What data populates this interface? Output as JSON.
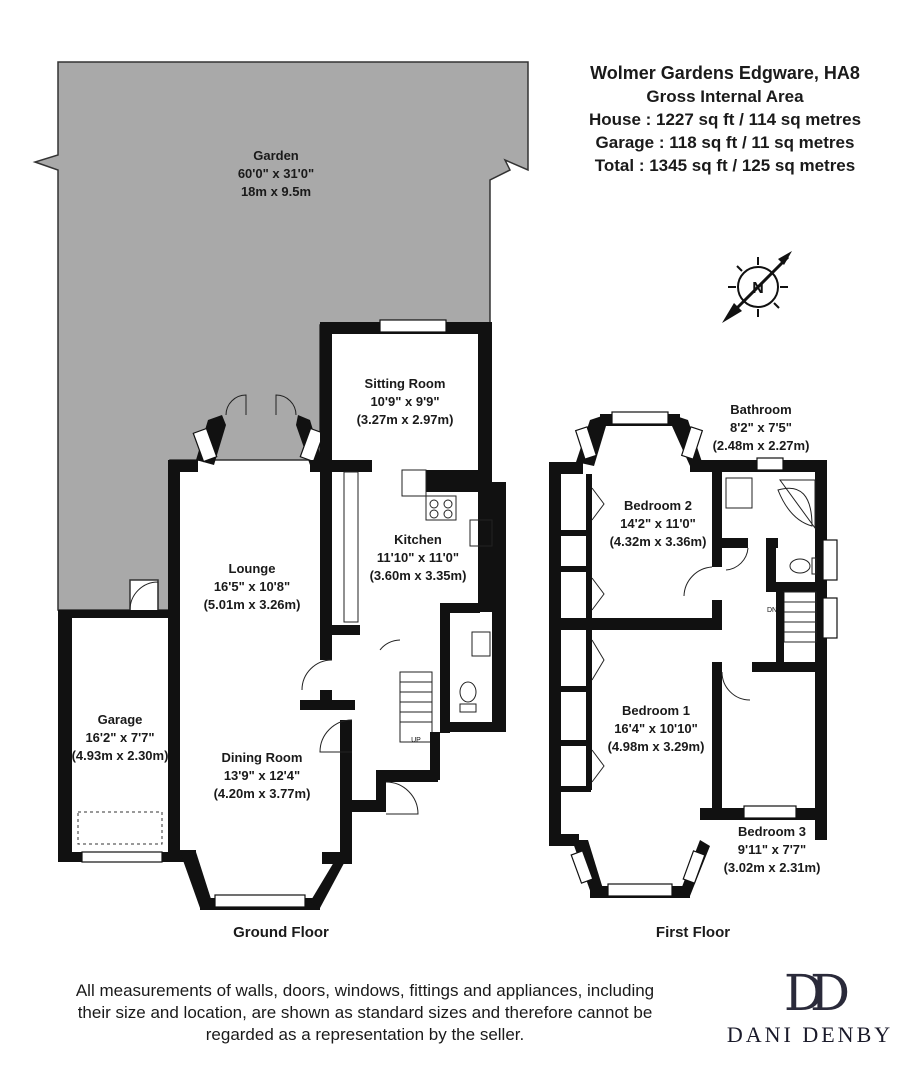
{
  "header": {
    "title": "Wolmer Gardens Edgware, HA8",
    "subtitle": "Gross Internal Area",
    "house": "House : 1227 sq ft / 114 sq metres",
    "garage": "Garage : 118 sq ft / 11 sq metres",
    "total": "Total : 1345 sq ft / 125 sq metres"
  },
  "compass": {
    "letter": "N"
  },
  "floors": {
    "ground": "Ground Floor",
    "first": "First Floor"
  },
  "rooms": {
    "garden": {
      "name": "Garden",
      "imperial": "60'0\" x 31'0\"",
      "metric": "18m x 9.5m"
    },
    "sitting": {
      "name": "Sitting Room",
      "imperial": "10'9\" x 9'9\"",
      "metric": "(3.27m x 2.97m)"
    },
    "kitchen": {
      "name": "Kitchen",
      "imperial": "11'10\" x 11'0\"",
      "metric": "(3.60m x 3.35m)"
    },
    "lounge": {
      "name": "Lounge",
      "imperial": "16'5\" x 10'8\"",
      "metric": "(5.01m x 3.26m)"
    },
    "dining": {
      "name": "Dining Room",
      "imperial": "13'9\" x 12'4\"",
      "metric": "(4.20m x 3.77m)"
    },
    "garage": {
      "name": "Garage",
      "imperial": "16'2\" x 7'7\"",
      "metric": "(4.93m x 2.30m)"
    },
    "bathroom": {
      "name": "Bathroom",
      "imperial": "8'2\" x 7'5\"",
      "metric": "(2.48m x 2.27m)"
    },
    "bedroom2": {
      "name": "Bedroom 2",
      "imperial": "14'2\" x 11'0\"",
      "metric": "(4.32m x 3.36m)"
    },
    "bedroom1": {
      "name": "Bedroom 1",
      "imperial": "16'4\" x 10'10\"",
      "metric": "(4.98m x 3.29m)"
    },
    "bedroom3": {
      "name": "Bedroom 3",
      "imperial": "9'11\" x 7'7\"",
      "metric": "(3.02m x 2.31m)"
    }
  },
  "stairs": {
    "up": "UP",
    "down": "DN"
  },
  "disclaimer": [
    "All measurements of walls, doors, windows, fittings and appliances, including",
    "their size and location, are shown as standard sizes and therefore cannot be",
    "regarded as a representation by the seller."
  ],
  "brand": {
    "monogram": "DD",
    "name": "DANI DENBY"
  },
  "colors": {
    "garden": "#a9a9a9",
    "walls": "#111111",
    "background": "#ffffff"
  }
}
